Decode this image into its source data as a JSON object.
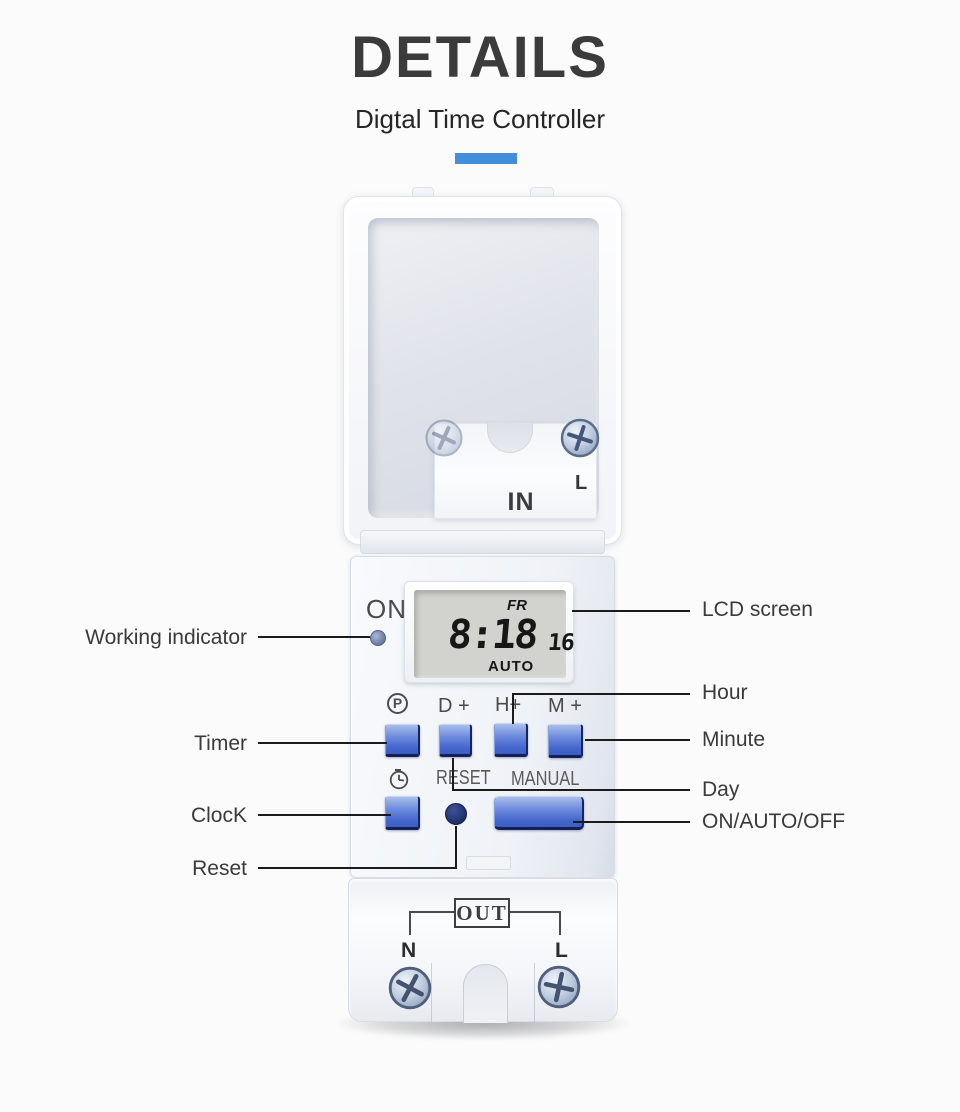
{
  "header": {
    "title": "DETAILS",
    "subtitle": "Digtal Time Controller"
  },
  "colors": {
    "accent_blue": "#438edb",
    "button_blue": "#4a6fd0",
    "lcd_background": "#d2d3cf",
    "callout_line": "#1b1b1b"
  },
  "device": {
    "cover": {
      "in_label": "IN",
      "line_terminal_label": "L"
    },
    "panel": {
      "on_label": "ON",
      "lcd": {
        "day": "FR",
        "time": "8:18",
        "seconds": "16",
        "mode": "AUTO"
      },
      "keys": {
        "program_icon_letter": "P",
        "day_plus": "D +",
        "hour_plus": "H+",
        "minute_plus": "M +",
        "reset": "RESET",
        "manual": "MANUAL"
      }
    },
    "output": {
      "out_label": "OUT",
      "neutral_label": "N",
      "line_label": "L"
    }
  },
  "callouts": {
    "left": [
      {
        "label": "Working indicator"
      },
      {
        "label": "Timer"
      },
      {
        "label": "ClocK"
      },
      {
        "label": "Reset"
      }
    ],
    "right": [
      {
        "label": "LCD screen"
      },
      {
        "label": "Hour"
      },
      {
        "label": "Minute"
      },
      {
        "label": "Day"
      },
      {
        "label": "ON/AUTO/OFF"
      }
    ]
  }
}
